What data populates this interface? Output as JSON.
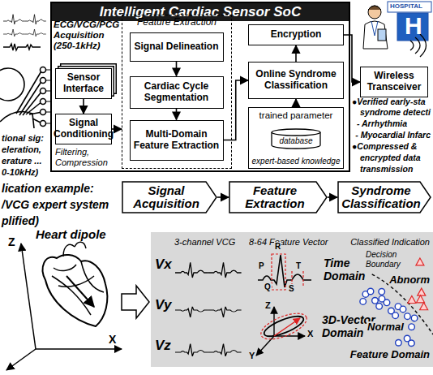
{
  "diagram": {
    "nodes": [
      {
        "text": [
          "Intelligent Cardiac Sensor SoC"
        ]
      },
      {
        "text": [
          "Sensor Interface"
        ],
        "in": 0
      },
      {
        "text": [
          "Signal Conditioning"
        ],
        "in": 0
      },
      {
        "text": [
          "Feature Extraction"
        ],
        "in": 0
      },
      {
        "text": [
          "Signal Delineation"
        ],
        "in": 3
      },
      {
        "text": [
          "Cardiac Cycle Segmentation"
        ],
        "in": 3
      },
      {
        "text": [
          "Multi-Domain Feature Extraction"
        ],
        "in": 3
      },
      {
        "text": [
          "Encryption"
        ],
        "in": 0
      },
      {
        "text": [
          "Online Syndrome Classification"
        ],
        "in": 0
      },
      {
        "text": [
          "trained parameter",
          "expert-based knowledge"
        ],
        "in": 0
      },
      {
        "text": [
          "database"
        ],
        "in": 9
      },
      {
        "text": [
          "Wireless Transceiver"
        ]
      },
      {
        "text": [
          "Signal Acquisition"
        ]
      },
      {
        "text": [
          "Feature Extraction"
        ]
      },
      {
        "text": [
          "Syndrome Classification"
        ]
      }
    ],
    "edges": [
      {
        "from": 1,
        "to": 2,
        "arrow": "to"
      },
      {
        "from": 2,
        "to": 3,
        "arrow": "to"
      },
      {
        "from": 4,
        "to": 5,
        "arrow": "to"
      },
      {
        "from": 5,
        "to": 6,
        "arrow": "to"
      },
      {
        "from": 6,
        "to": 8,
        "arrow": "to"
      },
      {
        "from": 9,
        "to": 8,
        "arrow": "to"
      },
      {
        "from": 8,
        "to": 7,
        "arrow": "to"
      },
      {
        "from": 7,
        "to": 11,
        "arrow": "to"
      },
      {
        "from": 12,
        "to": 13,
        "arrow": "to"
      },
      {
        "from": 13,
        "to": 14,
        "arrow": "to"
      }
    ],
    "labels": [
      "ECG/VCG/PCG Acquisition (250-1kHz)",
      "Filtering, Compression",
      "tional sig:",
      "eleration,",
      "erature ...",
      "0-10kHz)",
      "HOSPITAL",
      "H",
      "●Verified early-sta",
      "syndrome detecti",
      "- Arrhythmia",
      "- Myocardial Infarc",
      "●Compressed &",
      "encrypted data",
      "transmission",
      "lication example:",
      "/VCG expert system",
      "plified)",
      "Heart dipole",
      "Z",
      "X",
      "3-channel VCG",
      "Vx",
      "Vy",
      "Vz",
      "8-64 Feature Vector",
      "R",
      "P",
      "T",
      "Q",
      "S",
      "Time Domain",
      "Z",
      "X",
      "Y",
      "3D-Vector Domain",
      "Classified Indication",
      "Decision Boundary",
      "Abnorm",
      "Normal",
      "Feature Domain"
    ]
  }
}
